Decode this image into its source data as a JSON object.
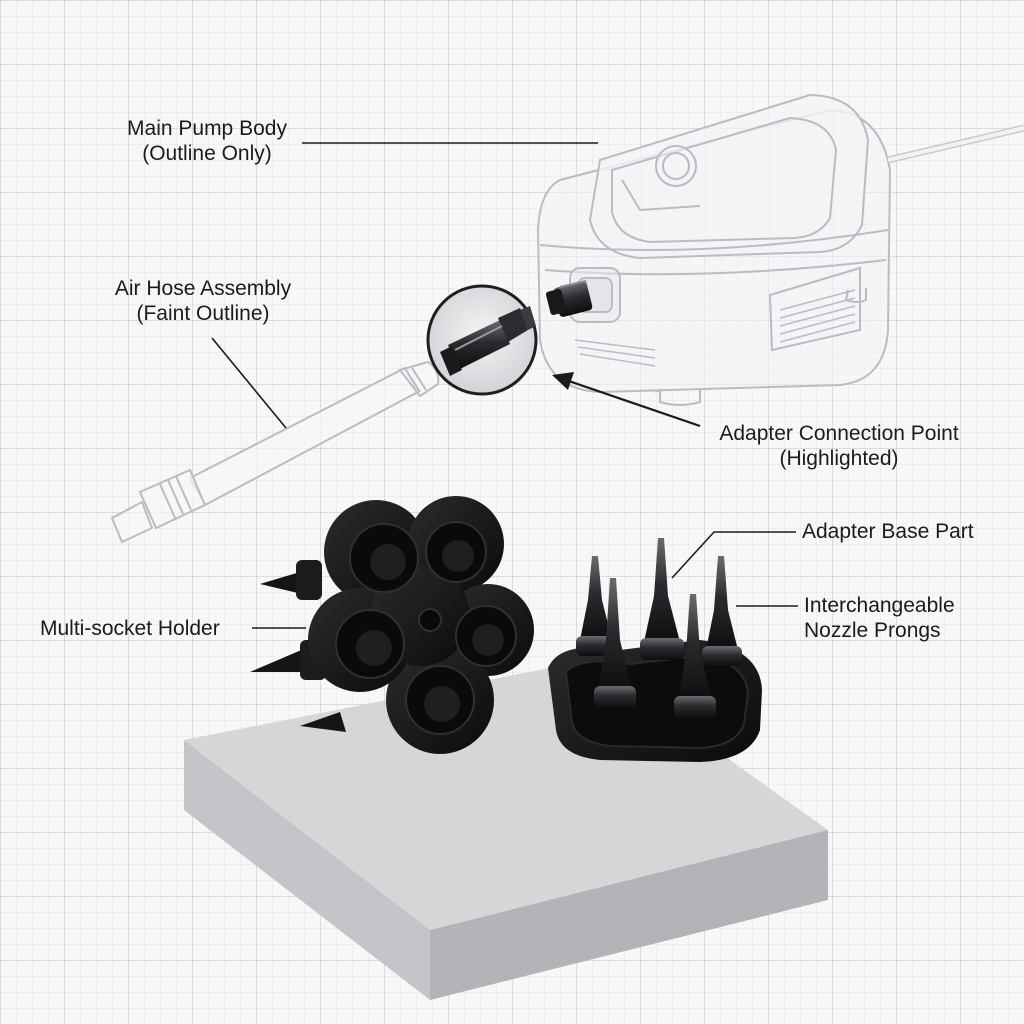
{
  "labels": {
    "main_pump_body": {
      "line1": "Main Pump Body",
      "line2": "(Outline Only)"
    },
    "air_hose_assembly": {
      "line1": "Air Hose Assembly",
      "line2": "(Faint Outline)"
    },
    "adapter_connection_point": {
      "line1": "Adapter Connection Point",
      "line2": "(Highlighted)"
    },
    "adapter_base_part": {
      "line1": "Adapter Base Part"
    },
    "interchangeable_nozzle_prongs": {
      "line1": "Interchangeable",
      "line2": "Nozzle Prongs"
    },
    "multi_socket_holder": {
      "line1": "Multi-socket Holder"
    }
  },
  "colors": {
    "background": "#f7f7f8",
    "grid_line": "#c8cbd2",
    "outline_ghost": "#b9bcc3",
    "part_black": "#121214",
    "pedestal_top": "#d6d6d9",
    "pedestal_side": "#b9babe",
    "leader_line": "#1b1b1d"
  }
}
